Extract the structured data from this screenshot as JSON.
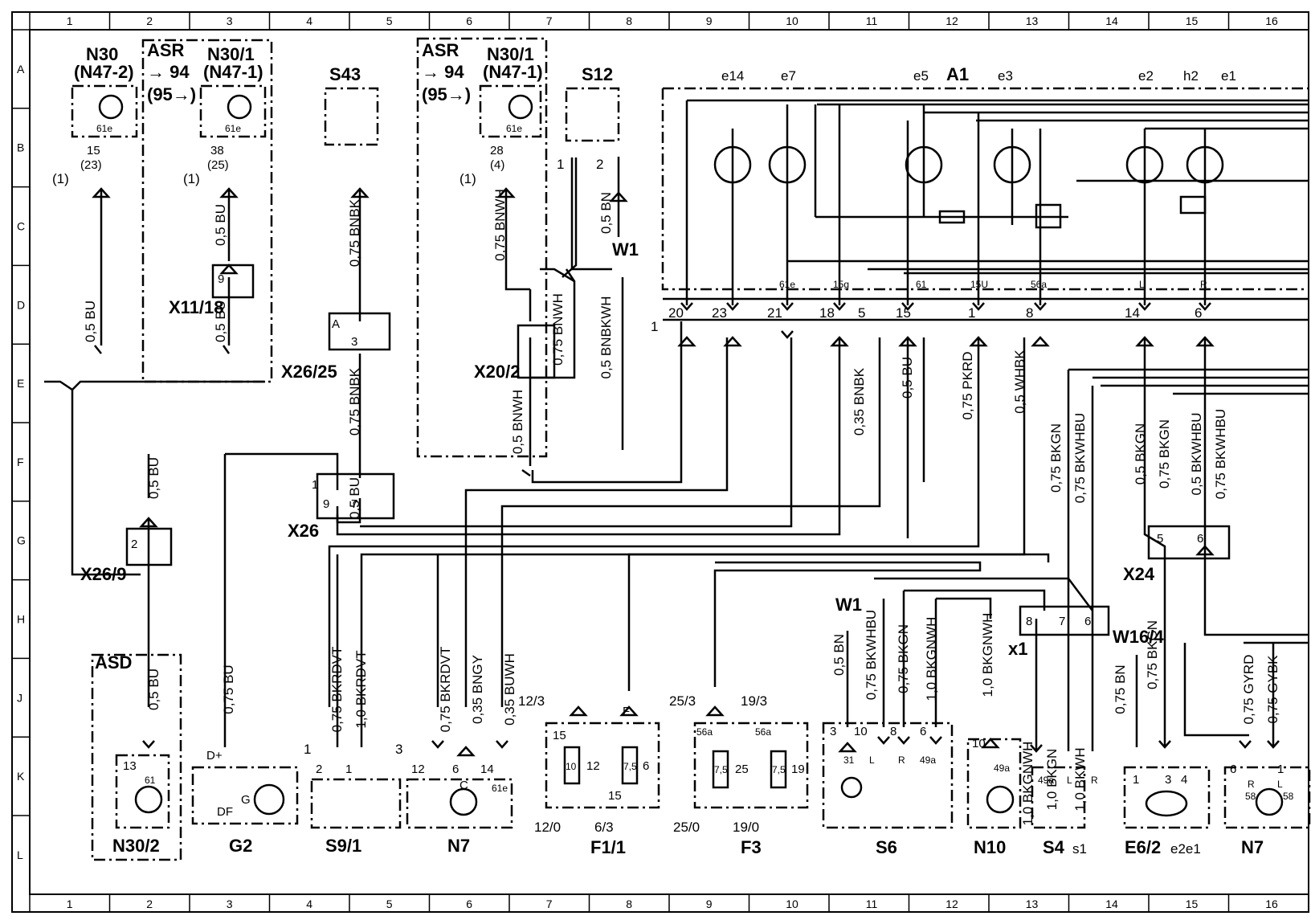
{
  "grid": {
    "columns": [
      "1",
      "2",
      "3",
      "4",
      "5",
      "6",
      "7",
      "8",
      "9",
      "10",
      "11",
      "12",
      "13",
      "14",
      "15",
      "16"
    ],
    "rows": [
      "A",
      "B",
      "C",
      "D",
      "E",
      "F",
      "G",
      "H",
      "J",
      "K",
      "L"
    ]
  },
  "components": {
    "n30": {
      "name": "N30",
      "sub": "(N47-2)",
      "pin_a": "15",
      "pin_b": "(23)",
      "code": "61e",
      "ref": "(1)"
    },
    "asr1": {
      "title": "ASR",
      "arrow": "→ 94",
      "note": "(95→)"
    },
    "n30_1a": {
      "name": "N30/1",
      "sub": "(N47-1)",
      "pin_a": "38",
      "pin_b": "(25)",
      "code": "61e",
      "ref": "(1)"
    },
    "x11_18": {
      "name": "X11/18",
      "pin": "9"
    },
    "s43": {
      "name": "S43"
    },
    "x26_25": {
      "name": "X26/25",
      "pin_a": "A",
      "pin": "3"
    },
    "asr2": {
      "title": "ASR",
      "arrow": "→ 94",
      "note": "(95→)"
    },
    "n30_1b": {
      "name": "N30/1",
      "sub": "(N47-1)",
      "pin_a": "28",
      "pin_b": "(4)",
      "code": "61e",
      "ref": "(1)"
    },
    "s12": {
      "name": "S12",
      "pin1": "1",
      "pin2": "2"
    },
    "w1_top": {
      "name": "W1"
    },
    "x20_2": {
      "name": "X20/2"
    },
    "a1": {
      "name": "A1",
      "lamps": [
        "e14",
        "e7",
        "e5",
        "e3",
        "e2",
        "h2",
        "e1"
      ],
      "pin_codes": [
        "61e",
        "15g",
        "61",
        "15U",
        "56a",
        "L",
        "R"
      ],
      "pins": [
        "20",
        "23",
        "21",
        "18",
        "5",
        "15",
        "1",
        "8",
        "14",
        "6"
      ],
      "ref": "1"
    },
    "x26": {
      "name": "X26",
      "pin_a": "1",
      "pin_b": "9",
      "pin_c": "7"
    },
    "x26_9": {
      "name": "X26/9",
      "pin": "2"
    },
    "asd": {
      "title": "ASD"
    },
    "n30_2": {
      "name": "N30/2",
      "pin": "13",
      "code": "61"
    },
    "g2": {
      "name": "G2",
      "pins": [
        "D+",
        "DF",
        "G"
      ]
    },
    "s9_1": {
      "name": "S9/1",
      "pins": [
        "2",
        "1"
      ],
      "ref": "1"
    },
    "n7a": {
      "name": "N7",
      "pins": [
        "12",
        "6",
        "14"
      ],
      "code": "61e",
      "pin_c": "C",
      "ref": "3"
    },
    "f1_1": {
      "name": "F1/1",
      "top": "12/3",
      "bottom_a": "12/0",
      "bottom_b": "6/3",
      "f": "F",
      "pins": [
        "15",
        "15"
      ],
      "fuses": [
        "10",
        "7,5"
      ],
      "fuse_nums": [
        "12",
        "6"
      ]
    },
    "f3": {
      "name": "F3",
      "top_a": "25/3",
      "top_b": "19/3",
      "bottom_a": "25/0",
      "bottom_b": "19/0",
      "pins": [
        "56a",
        "56a"
      ],
      "fuses": [
        "7,5",
        "7,5"
      ],
      "fuse_nums": [
        "25",
        "19"
      ]
    },
    "s6": {
      "name": "S6",
      "pins": [
        "3",
        "10",
        "8",
        "6"
      ],
      "codes": [
        "31",
        "L",
        "R",
        "49a"
      ]
    },
    "w1_mid": {
      "name": "W1"
    },
    "n10": {
      "name": "N10",
      "pin": "10",
      "code": "49a"
    },
    "x1": {
      "name": "x1",
      "pins": [
        "8",
        "7",
        "6"
      ]
    },
    "s4": {
      "name": "S4",
      "sub": "s1",
      "codes": [
        "49a",
        "L",
        "R"
      ]
    },
    "x24": {
      "name": "X24",
      "pins": [
        "5",
        "6"
      ]
    },
    "w16_4": {
      "name": "W16/4"
    },
    "e6_2": {
      "name": "E6/2",
      "sub": "e2e1",
      "pins": [
        "1",
        "3",
        "4"
      ]
    },
    "n7b": {
      "name": "N7",
      "pins": [
        "6",
        "1"
      ],
      "codes": [
        "58",
        "58",
        "R",
        "L"
      ]
    }
  },
  "wires": [
    "0,5 BU",
    "0,5 BU",
    "0,5 BU",
    "0,5 BU",
    "0,75 BNBK",
    "0,75 BNBK",
    "0,75 BNWH",
    "0,5 BN",
    "0,75 BNWH",
    "0,5 BNBKWH",
    "0,5 BNWH",
    "0,35 BNBK",
    "0,5 BU",
    "0,75 PKRD",
    "0,5 WHBK",
    "0,75 BKGN",
    "0,75 BKWHBU",
    "0,5 BKGN",
    "0,75 BKGN",
    "0,5 BKWHBU",
    "0,75 BKWHBU",
    "0,5 BU",
    "0,5 BU",
    "0,75 BU",
    "0,75 BKRDVT",
    "1,0 BKRDVT",
    "0,75 BKRDVT",
    "0,35 BNGY",
    "0,35 BUWH",
    "0,5 BN",
    "0,75 BKWHBU",
    "0,75 BKGN",
    "1,0 BKGNWH",
    "1,0 BKGNWH",
    "1,0 BKGNWH",
    "1,0 BKGN",
    "1,0 BKWH",
    "0,75 BN",
    "0,75 BKGN",
    "0,75 GYRD",
    "0,75 GYBK"
  ]
}
